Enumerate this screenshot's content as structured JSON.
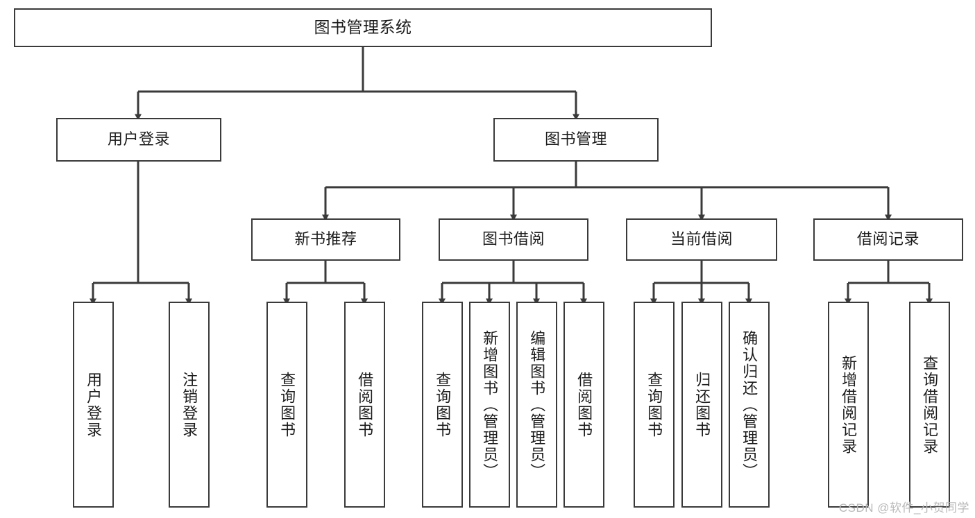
{
  "diagram": {
    "title": "图书管理系统",
    "type": "tree",
    "colors": {
      "box_border": "#3a3a3a",
      "box_fill": "#ffffff",
      "connector": "#3a3a3a",
      "text": "#1c1c1c",
      "watermark": "#b9b9b9",
      "background": "#ffffff"
    },
    "nodes": {
      "root": {
        "label": "图书管理系统"
      },
      "level2": [
        {
          "label": "用户登录"
        },
        {
          "label": "图书管理"
        }
      ],
      "level3": [
        {
          "label": "新书推荐"
        },
        {
          "label": "图书借阅"
        },
        {
          "label": "当前借阅"
        },
        {
          "label": "借阅记录"
        }
      ],
      "leaves": {
        "user_login": [
          {
            "label": "用户登录"
          },
          {
            "label": "注销登录"
          }
        ],
        "new_book": [
          {
            "label": "查询图书"
          },
          {
            "label": "借阅图书"
          }
        ],
        "book_borrow": [
          {
            "label": "查询图书"
          },
          {
            "label": "新增图书（管理员）"
          },
          {
            "label": "编辑图书（管理员）"
          },
          {
            "label": "借阅图书"
          }
        ],
        "current_borrow": [
          {
            "label": "查询图书"
          },
          {
            "label": "归还图书"
          },
          {
            "label": "确认归还（管理员）"
          }
        ],
        "borrow_record": [
          {
            "label": "新增借阅记录"
          },
          {
            "label": "查询借阅记录"
          }
        ]
      }
    },
    "watermark": "CSDN @软件_小贺同学"
  }
}
